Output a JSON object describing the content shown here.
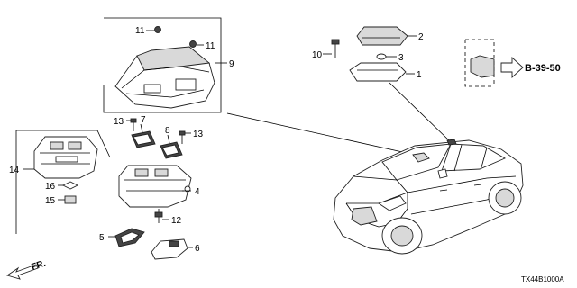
{
  "callouts": {
    "c1": "1",
    "c2": "2",
    "c3": "3",
    "c4": "4",
    "c5": "5",
    "c6": "6",
    "c7": "7",
    "c8": "8",
    "c9": "9",
    "c10": "10",
    "c11a": "11",
    "c11b": "11",
    "c12": "12",
    "c13a": "13",
    "c13b": "13",
    "c14": "14",
    "c15": "15",
    "c16": "16"
  },
  "reference_label": "B-39-50",
  "direction_label": "FR.",
  "diagram_code": "TX44B1000A",
  "icons": [
    "front-direction-arrow-icon",
    "reference-arrow-icon"
  ]
}
